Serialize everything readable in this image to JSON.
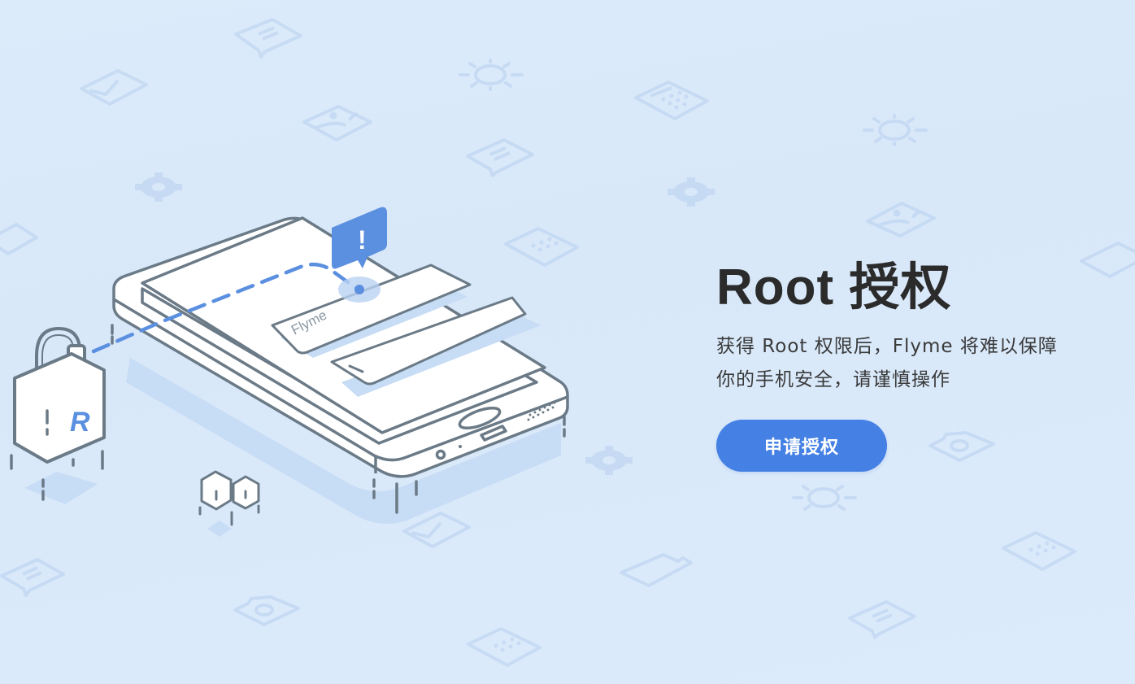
{
  "page": {
    "title": "Root 授权",
    "description_line1": "获得 Root 权限后，Flyme 将难以保障",
    "description_line2": "你的手机安全，请谨慎操作",
    "apply_button_label": "申请授权"
  },
  "illustration": {
    "phone_card_text": "Flyme",
    "lock_letter": "R",
    "alert_glyph": "!"
  },
  "colors": {
    "background": "#dbeaf9",
    "accent": "#4580e4",
    "title": "#2b2b2b",
    "text": "#3a3a3a",
    "outline": "#6b7a87",
    "icon_faint": "#b7d0ef"
  },
  "background_icons": [
    "chat-bubble-icon",
    "mail-icon",
    "image-icon",
    "sun-icon",
    "calculator-icon",
    "gear-icon",
    "camera-icon",
    "folder-icon"
  ]
}
